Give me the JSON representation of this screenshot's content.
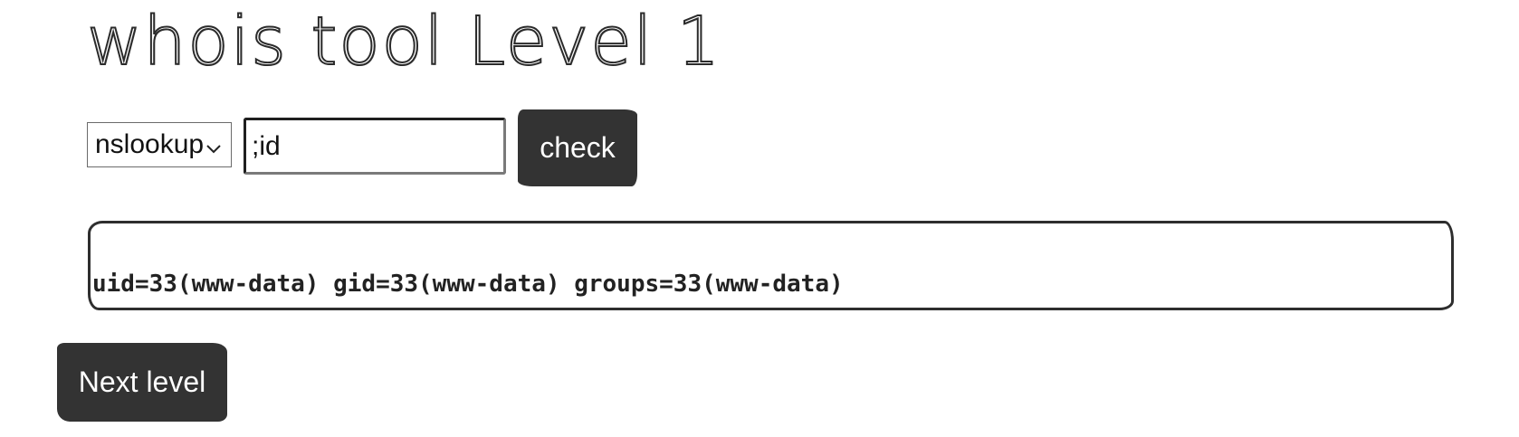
{
  "page": {
    "title": "whois tool Level 1"
  },
  "form": {
    "tool_select": {
      "selected": "nslookup"
    },
    "command_input": {
      "value": ";id"
    },
    "check_label": "check"
  },
  "output": {
    "text": "uid=33(www-data) gid=33(www-data) groups=33(www-data)"
  },
  "navigation": {
    "next_label": "Next level"
  },
  "icons": {
    "select_arrow": "chevron-down-icon"
  },
  "colors": {
    "button_bg": "#333333",
    "button_text": "#ffffff",
    "border": "#2e2e2e"
  }
}
